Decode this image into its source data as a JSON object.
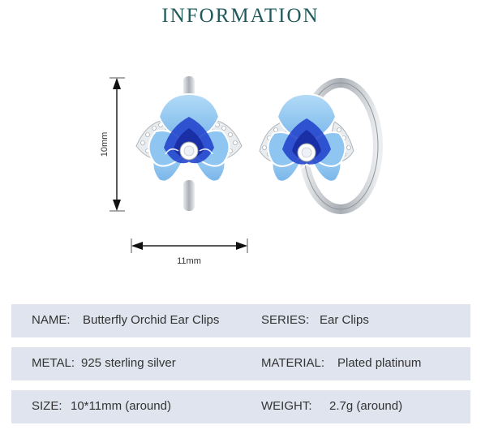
{
  "title": "INFORMATION",
  "dimensions": {
    "height_label": "10mm",
    "width_label": "11mm"
  },
  "specs": {
    "name_label": "NAME:",
    "name_value": "Butterfly Orchid Ear Clips",
    "series_label": "SERIES:",
    "series_value": "Ear Clips",
    "metal_label": "METAL:",
    "metal_value": "925 sterling silver",
    "material_label": "MATERIAL:",
    "material_value": "Plated platinum",
    "size_label": "SIZE:",
    "size_value": "10*11mm (around)",
    "weight_label": "WEIGHT:",
    "weight_value": "2.7g (around)"
  },
  "colors": {
    "title": "#1f5a5a",
    "row_background": "#dfe4ee",
    "petal_light": "#8cc4f0",
    "petal_dark": "#1e3fc8",
    "silver": "#c9cdd2"
  }
}
